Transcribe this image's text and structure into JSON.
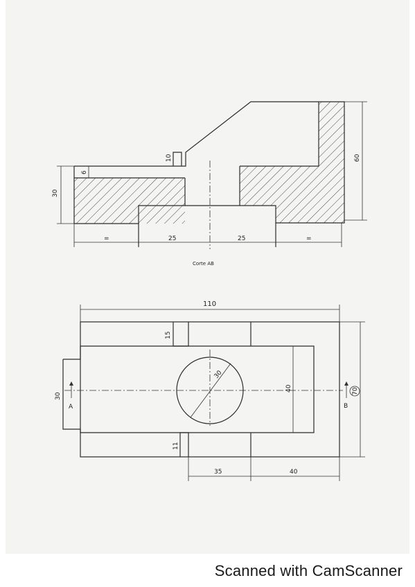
{
  "section_view": {
    "caption": "Corte AB",
    "dims": {
      "height_total": "60",
      "height_left": "30",
      "small_h1": "6",
      "small_h2": "10",
      "bottom_left": "=",
      "bottom_25a": "25",
      "bottom_25b": "25",
      "bottom_right": "="
    }
  },
  "plan_view": {
    "dims": {
      "width_total": "110",
      "slot_depth": "15",
      "circle_dia": "30",
      "slot_height": "40",
      "left_height": "30",
      "total_height": "70",
      "bottom_small": "11",
      "bottom_35": "35",
      "bottom_40": "40"
    },
    "labels": {
      "A": "A",
      "B": "B"
    }
  },
  "footer": {
    "text": "Scanned with CamScanner"
  }
}
